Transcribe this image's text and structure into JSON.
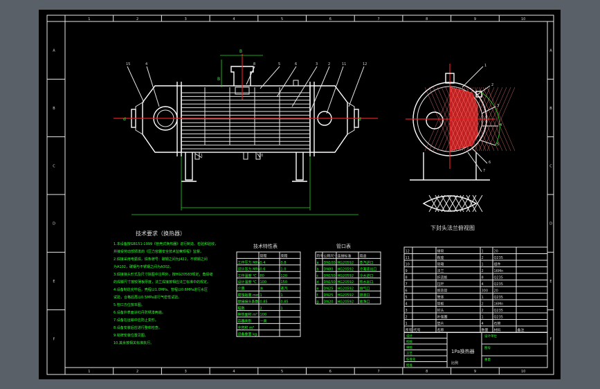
{
  "border": {
    "top_numbers": [
      "1",
      "2",
      "3",
      "4",
      "5",
      "6",
      "7",
      "8",
      "9",
      "10"
    ],
    "bottom_numbers": [
      "1",
      "2",
      "3",
      "4",
      "5",
      "6",
      "7",
      "8",
      "9",
      "10"
    ],
    "side_letters": [
      "A",
      "B",
      "C",
      "D",
      "E",
      "F"
    ]
  },
  "views": {
    "side_view_caption": "下封头法兰俯视图",
    "front_labels": [
      "15",
      "4",
      "8",
      "5",
      "6",
      "3",
      "2",
      "1",
      "10",
      "11",
      "12"
    ],
    "side_labels": [
      "1",
      "2",
      "3",
      "4",
      "5",
      "6",
      "7"
    ],
    "dim_texts": [
      "B",
      "B",
      "d",
      "d",
      "A",
      "A"
    ]
  },
  "tech_req": {
    "title": "技术要求（换热器）",
    "lines": [
      "1.本设备按GB151-1999《管壳式换热器》进行制造、检验和验收，",
      "  并接受劳动部颁发的《压力容器安全技术监察规程》监督。",
      "2.焊接采用电弧焊，焊条牌号：碳钢之间为J422，不锈钢之间",
      "  为A102，碳钢与不锈钢之间为A302。",
      "3.焊接接头形式及尺寸除图中注明外，按HG20583规定，角焊缝",
      "  的焊脚尺寸按较薄板厚度，法兰焊接按相应法兰标准中的规定。",
      "4.设备制造完毕后，壳程以1.0MPa、管程以0.6MPa进行水压",
      "  试验，合格后再以0.5MPa进行气密性试验。",
      "5.管口方位按本图。",
      "6.设备外表面涂红丹防锈漆两遍。",
      "7.设备在运输中应防止变形。",
      "8.设备安装后应进行整体检查。",
      "9.铭牌安装位置见图。",
      "10.其余按相关标准执行。"
    ]
  },
  "design_table": {
    "title": "技术特性表",
    "header": [
      "",
      "管程",
      "壳程"
    ],
    "rows": [
      [
        "工作压力 MPa",
        "0.4",
        "0.8"
      ],
      [
        "设计压力 MPa",
        "0.6",
        "1.0"
      ],
      [
        "工作温度 ℃",
        "80",
        "120"
      ],
      [
        "设计温度 ℃",
        "100",
        "150"
      ],
      [
        "介质",
        "水",
        "蒸汽"
      ],
      [
        "腐蚀裕量 mm",
        "1",
        "1"
      ],
      [
        "焊接接头系数",
        "0.85",
        "0.85"
      ],
      [
        "程数",
        "2",
        "1"
      ],
      [
        "换热面积 m²",
        "100",
        ""
      ],
      [
        "容器类别",
        "一类",
        ""
      ],
      [
        "全容积 m³",
        "",
        ""
      ],
      [
        "设备重量 kg",
        "",
        ""
      ]
    ]
  },
  "nozzle_table": {
    "title": "管口表",
    "header": [
      "符号",
      "公称尺寸",
      "连接标准",
      "用途"
    ],
    "rows": [
      [
        "a",
        "DN100",
        "HG20592",
        "蒸汽进口"
      ],
      [
        "b",
        "DN80",
        "HG20592",
        "冷凝液出口"
      ],
      [
        "c",
        "DN150",
        "HG20592",
        "冷水进口"
      ],
      [
        "d",
        "DN150",
        "HG20592",
        "热水出口"
      ],
      [
        "e",
        "DN25",
        "HG20592",
        "排气口"
      ],
      [
        "f",
        "DN25",
        "HG20592",
        "排液口"
      ],
      [
        "g",
        "DN20",
        "HG20592",
        "放净口"
      ]
    ]
  },
  "parts_list": {
    "rows": [
      [
        "12",
        "",
        "接管",
        "1",
        "20",
        ""
      ],
      [
        "11",
        "",
        "鞍座",
        "2",
        "Q235",
        ""
      ],
      [
        "10",
        "",
        "管箱",
        "1",
        "组件",
        ""
      ],
      [
        "9",
        "",
        "法兰",
        "2",
        "16Mn",
        ""
      ],
      [
        "8",
        "",
        "折流板",
        "8",
        "Q235",
        ""
      ],
      [
        "7",
        "",
        "拉杆",
        "4",
        "Q235",
        ""
      ],
      [
        "6",
        "",
        "换热管",
        "300",
        "20",
        ""
      ],
      [
        "5",
        "",
        "筒体",
        "1",
        "Q235",
        ""
      ],
      [
        "4",
        "",
        "管板",
        "2",
        "16Mn",
        ""
      ],
      [
        "3",
        "",
        "封头",
        "2",
        "Q235",
        ""
      ],
      [
        "2",
        "",
        "补强圈",
        "1",
        "Q235",
        ""
      ],
      [
        "1",
        "",
        "垫片",
        "4",
        "石棉",
        ""
      ]
    ],
    "header": [
      "序号",
      "代号",
      "名称",
      "数量",
      "材料",
      "备注"
    ]
  },
  "title_block": {
    "drawing_name": "1Pa换热器",
    "scale_label": "比例",
    "left_labels": [
      "设计",
      "校核",
      "审核",
      "工艺",
      "标准化",
      "批准"
    ],
    "right_labels": [
      "设计单位",
      "图号",
      "重量"
    ]
  }
}
